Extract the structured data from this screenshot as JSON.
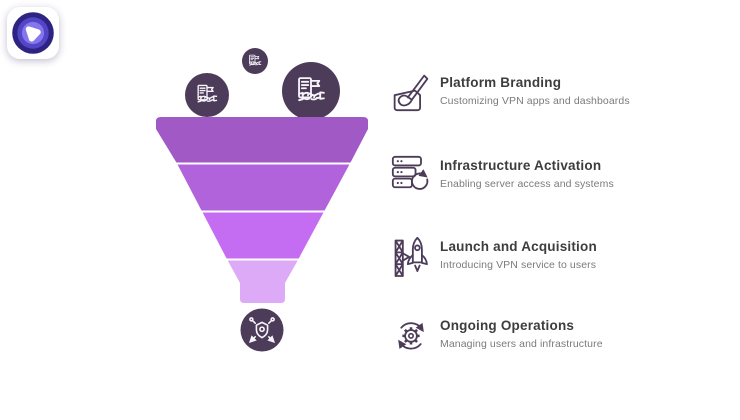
{
  "page": {
    "background": "#ffffff"
  },
  "palette": {
    "accent_dark": "#4d3c59",
    "icon_stroke": "#4d3c59",
    "icon_white": "#f7f5fa",
    "title_color": "#3d3d3d",
    "desc_color": "#7b7b7b"
  },
  "logo": {
    "name": "vpn-brand-logo",
    "rings": [
      "#2d2383",
      "#5444c6",
      "#8476ec"
    ],
    "center_color": "#ffffff"
  },
  "funnel": {
    "stages": [
      {
        "color": "#a159c6"
      },
      {
        "color": "#b163dc"
      },
      {
        "color": "#c56df2"
      },
      {
        "color": "#dcaaf6"
      }
    ],
    "inputs_icon": "contract-document-icon",
    "output_icon": "shield-network-icon"
  },
  "items": [
    {
      "icon": "paintbrush-icon",
      "title": "Platform Branding",
      "description": "Customizing VPN apps and dashboards"
    },
    {
      "icon": "server-refresh-icon",
      "title": "Infrastructure Activation",
      "description": "Enabling server access and systems"
    },
    {
      "icon": "rocket-launch-icon",
      "title": "Launch and Acquisition",
      "description": "Introducing VPN service to users"
    },
    {
      "icon": "gear-cycle-icon",
      "title": "Ongoing Operations",
      "description": "Managing users and infrastructure"
    }
  ]
}
